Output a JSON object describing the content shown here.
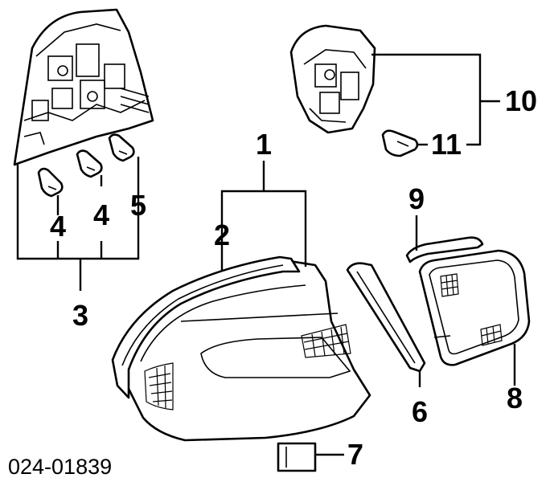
{
  "diagram": {
    "code": "024-01839",
    "callouts": {
      "c1": "1",
      "c2": "2",
      "c3": "3",
      "c4a": "4",
      "c4b": "4",
      "c5": "5",
      "c6": "6",
      "c7": "7",
      "c8": "8",
      "c9": "9",
      "c10": "10",
      "c11": "11"
    }
  }
}
